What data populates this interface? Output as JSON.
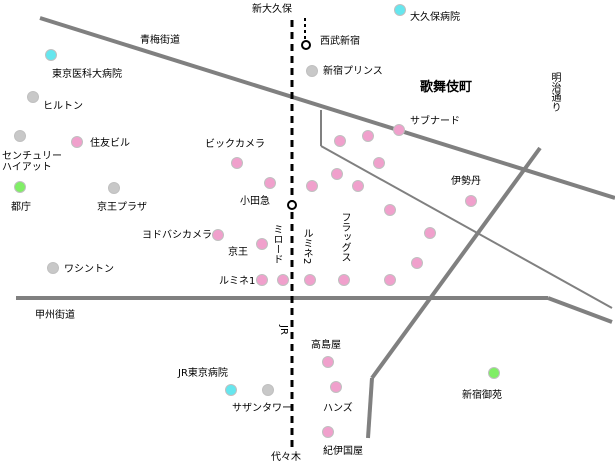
{
  "colors": {
    "road": "#808080",
    "rail": "#000000",
    "pink": "#f0a0cc",
    "gray": "#c8c8c8",
    "cyan": "#66e6ee",
    "green": "#80ee66"
  },
  "streets": {
    "ome_kaido": "青梅街道",
    "koshu_kaido": "甲州街道",
    "meiji_dori": "明治通り"
  },
  "stations": {
    "shin_okubo": "新大久保",
    "seibu_shinjuku": "西武新宿",
    "odakyu": "小田急",
    "jr": "JR",
    "yoyogi": "代々木"
  },
  "areas": {
    "kabukicho": "歌舞伎町"
  },
  "places": {
    "okubo_hospital": "大久保病院",
    "tokyo_medical_univ": "東京医科大病院",
    "hilton": "ヒルトン",
    "century_hyatt_1": "センチュリー",
    "century_hyatt_2": "ハイアット",
    "tocho": "都庁",
    "sumitomo_bldg": "住友ビル",
    "keio_plaza": "京王プラザ",
    "washington": "ワシントン",
    "shinjuku_prince": "新宿プリンス",
    "subnade": "サブナード",
    "bic_camera": "ビックカメラ",
    "isetan": "伊勢丹",
    "yodobashi": "ヨドバシカメラ",
    "keio": "京王",
    "mylord": "ミロード",
    "lumine2": "ルミネ2",
    "flags": "フラッグス",
    "lumine1": "ルミネ1",
    "takashimaya": "高島屋",
    "hands": "ハンズ",
    "kinokuniya": "紀伊国屋",
    "jr_tokyo_hospital": "JR東京病院",
    "southern_tower": "サザンタワー",
    "shinjuku_gyoen": "新宿御苑"
  }
}
